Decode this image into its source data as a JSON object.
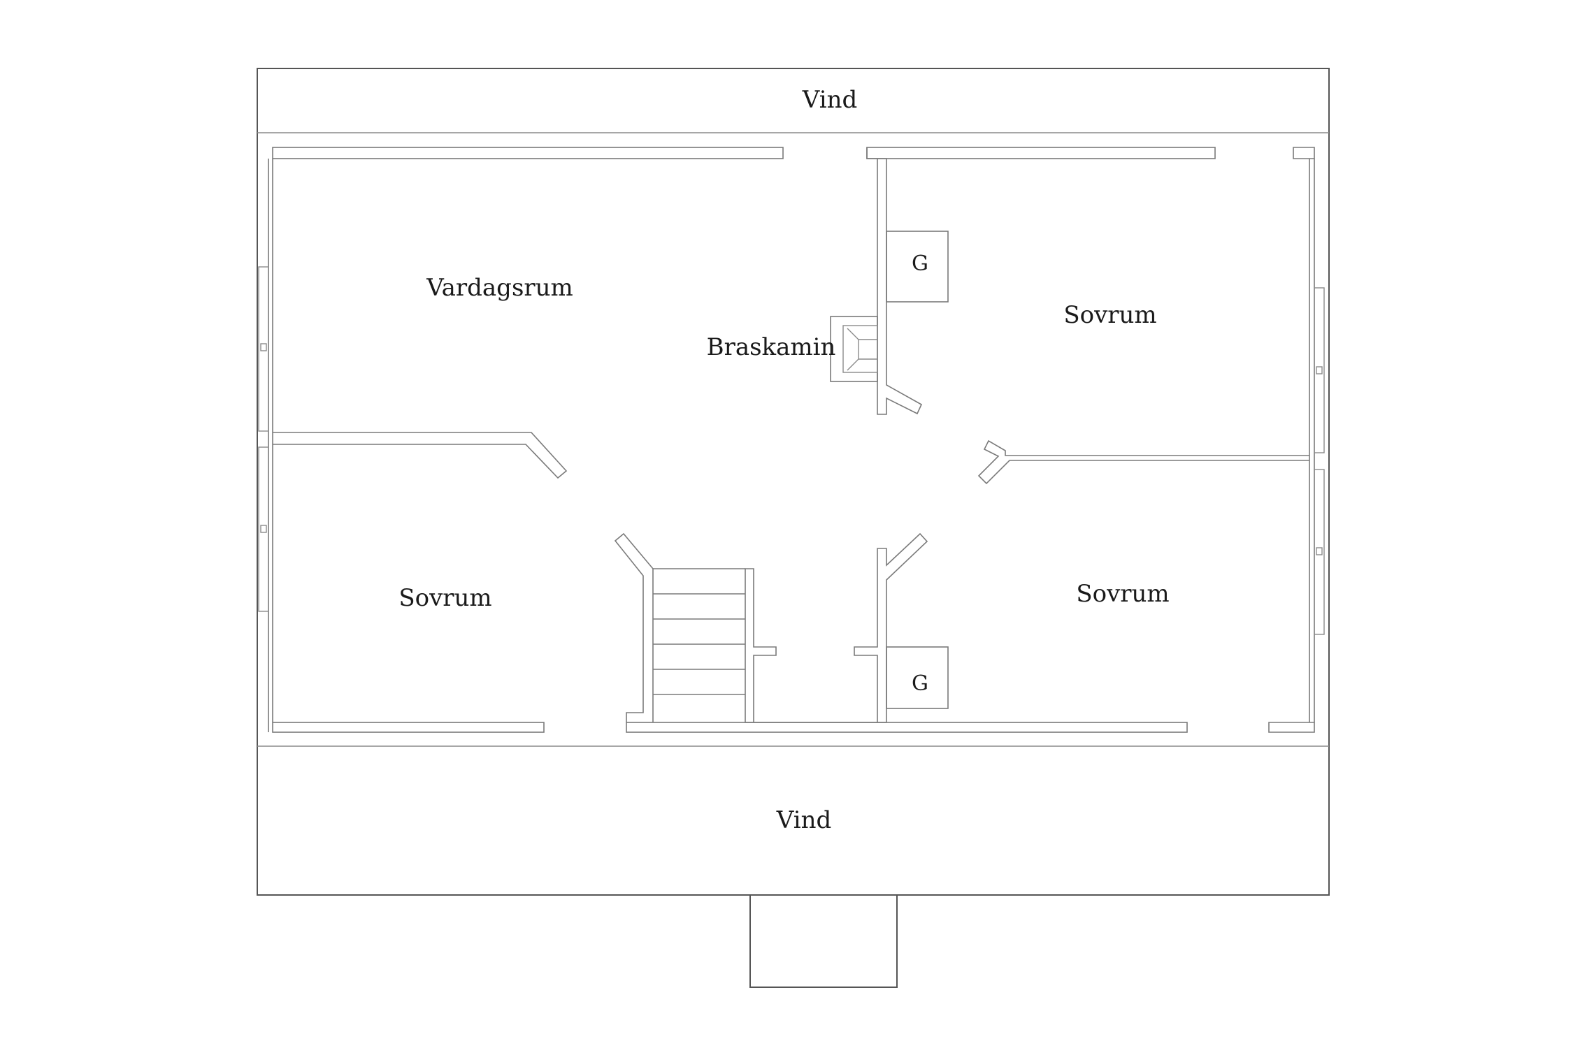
{
  "rooms": {
    "attic_top": "Vind",
    "attic_bottom": "Vind",
    "living_room": "Vardagsrum",
    "bedroom_top_right": "Sovrum",
    "bedroom_bottom_left": "Sovrum",
    "bedroom_bottom_right": "Sovrum",
    "stove": "Braskamin",
    "closet_top": "G",
    "closet_bottom": "G"
  }
}
